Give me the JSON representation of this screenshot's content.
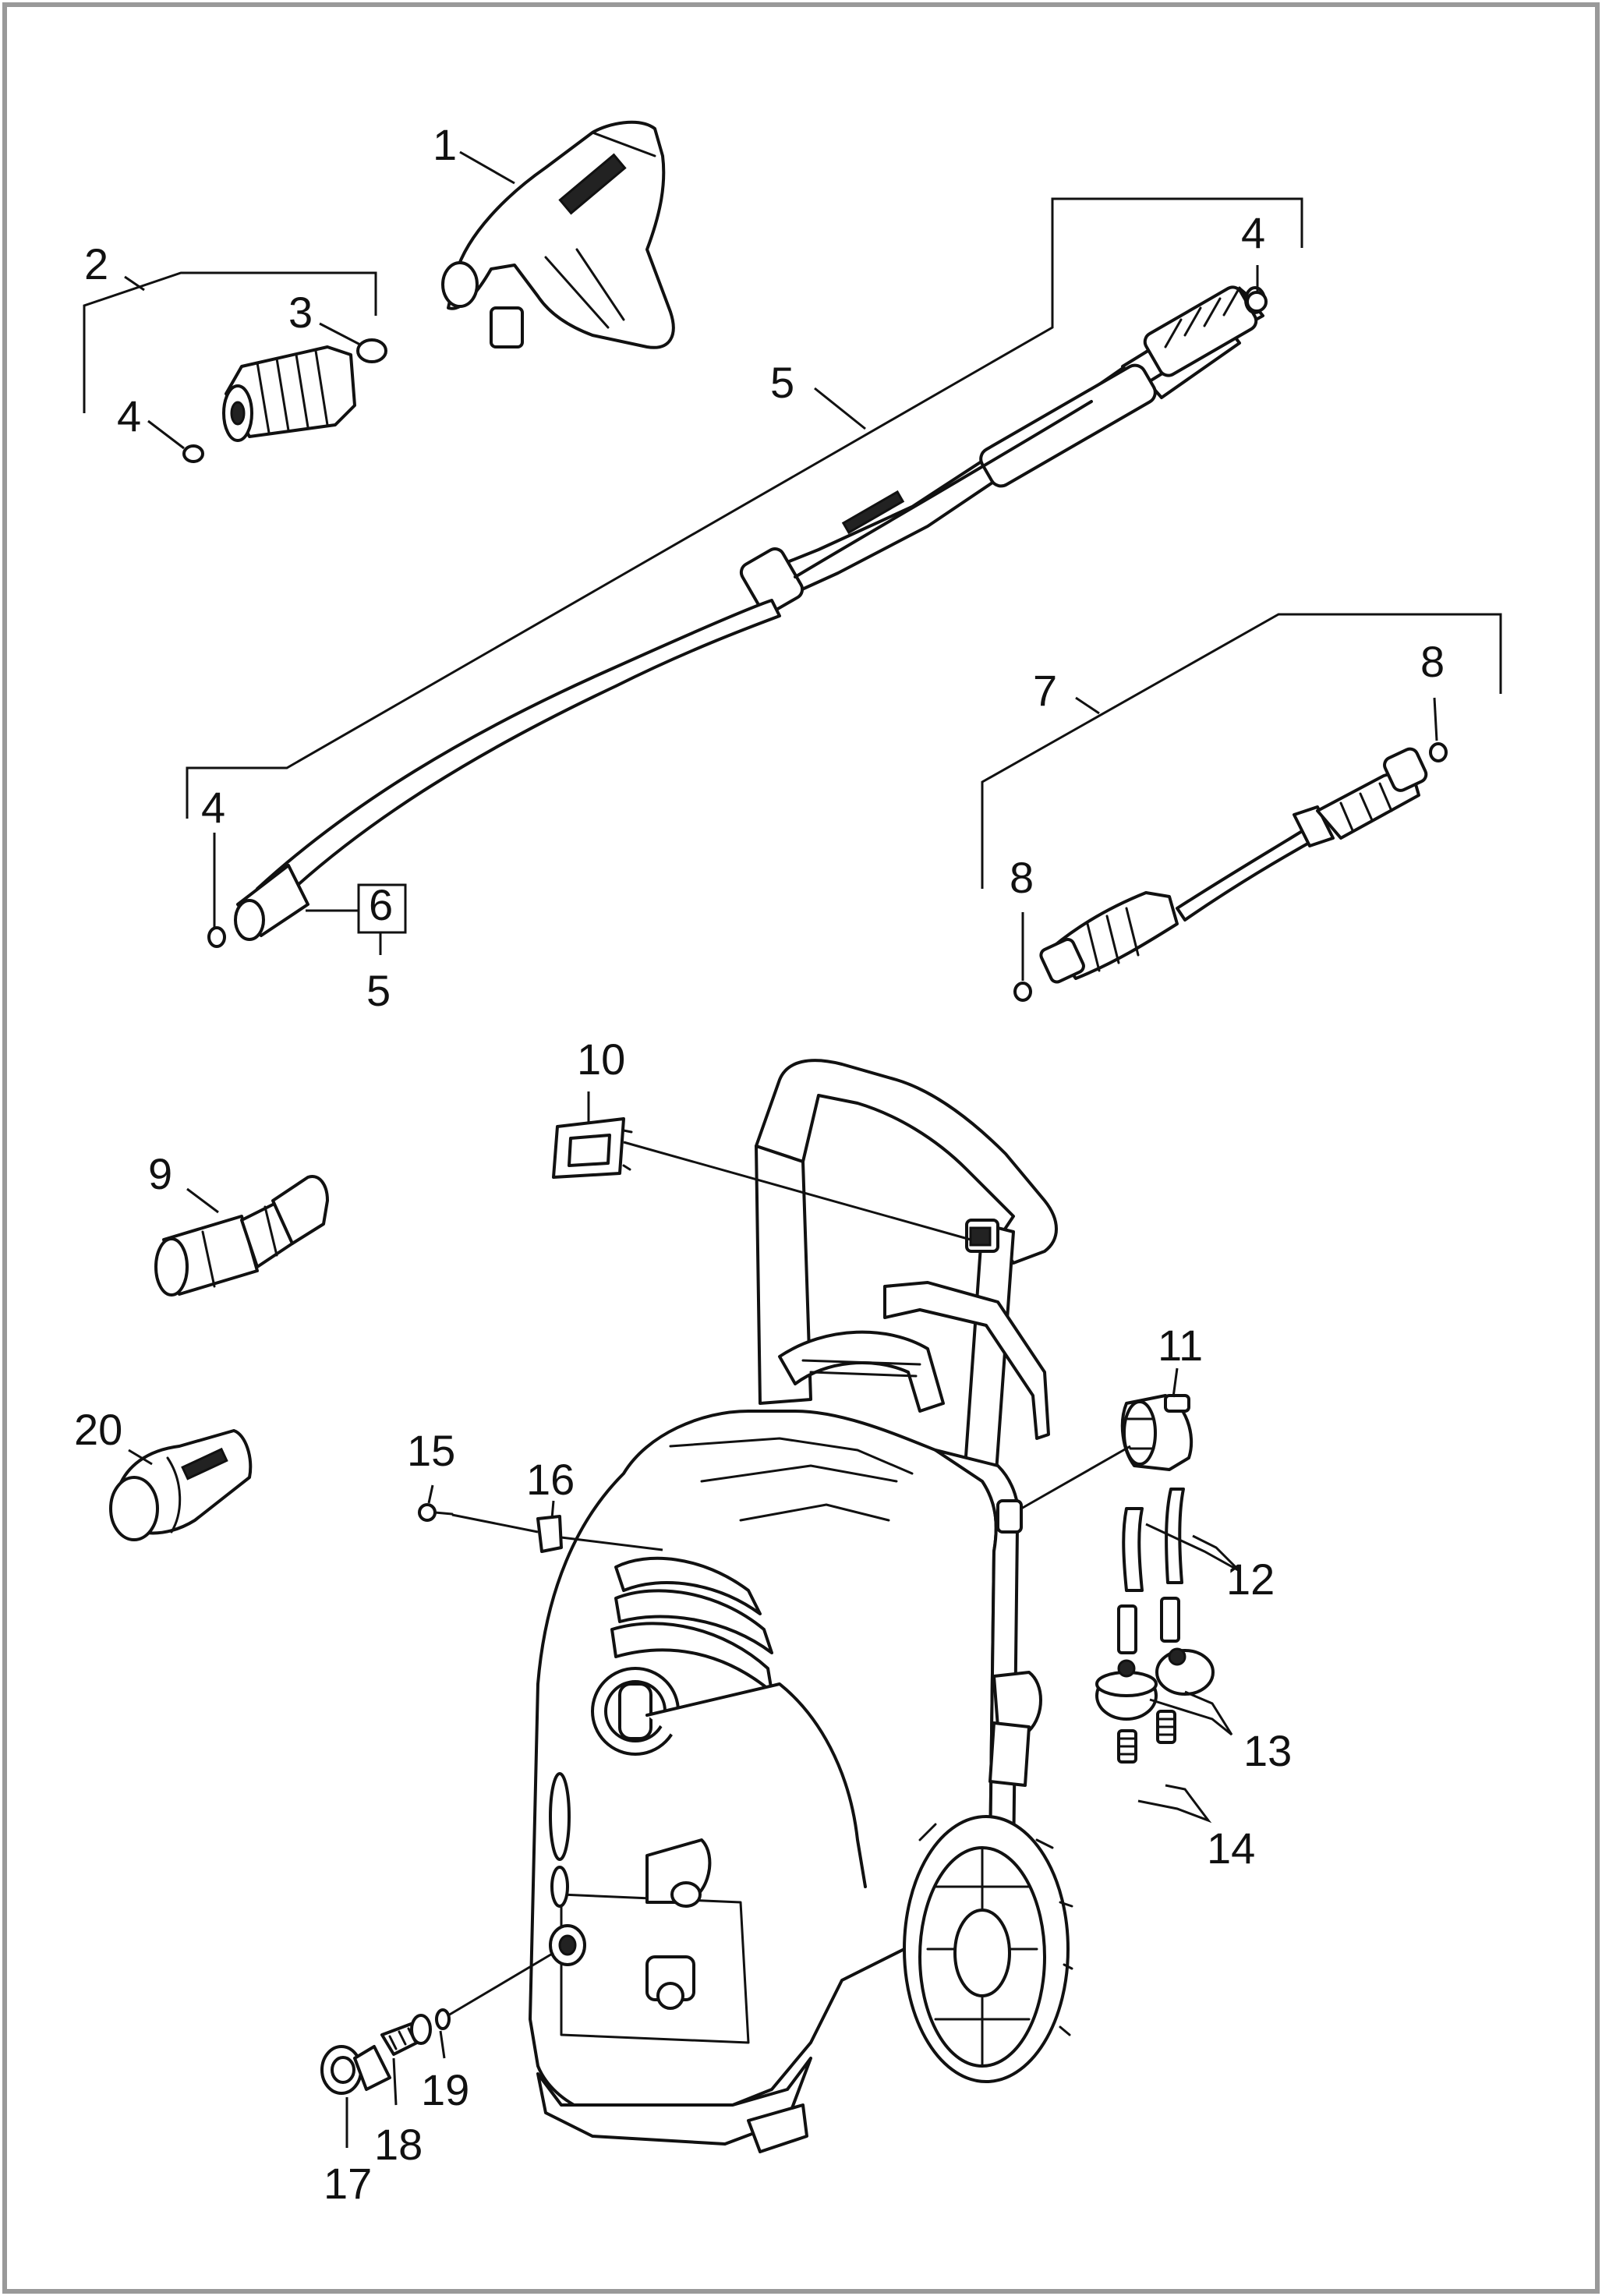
{
  "callouts": {
    "c1": "1",
    "c2": "2",
    "c3": "3",
    "c4a": "4",
    "c4b": "4",
    "c4c": "4",
    "c5a": "5",
    "c5b": "5",
    "c6": "6",
    "c7": "7",
    "c8a": "8",
    "c8b": "8",
    "c9": "9",
    "c10": "10",
    "c11": "11",
    "c12": "12",
    "c13": "13",
    "c14": "14",
    "c15": "15",
    "c16": "16",
    "c17": "17",
    "c18": "18",
    "c19": "19",
    "c20": "20"
  }
}
